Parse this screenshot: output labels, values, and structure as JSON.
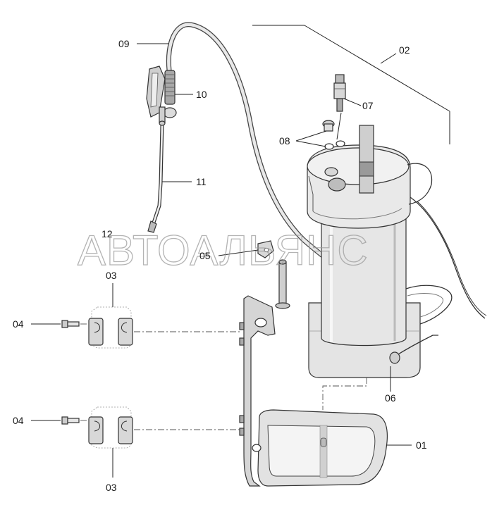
{
  "callouts": {
    "c01": "01",
    "c02": "02",
    "c03_top": "03",
    "c03_bottom": "03",
    "c04_top": "04",
    "c04_bottom": "04",
    "c05": "05",
    "c06": "06",
    "c07": "07",
    "c08": "08",
    "c09": "09",
    "c10": "10",
    "c11": "11",
    "c12": "12"
  },
  "watermark": "АВТОАЛЬЯНС",
  "colors": {
    "line": "#222222",
    "tank_fill": "#e4e4e4",
    "tank_shade": "#c9c9c9",
    "dark_fill": "#8a8a8a",
    "watermark": "#9a9a9a"
  }
}
